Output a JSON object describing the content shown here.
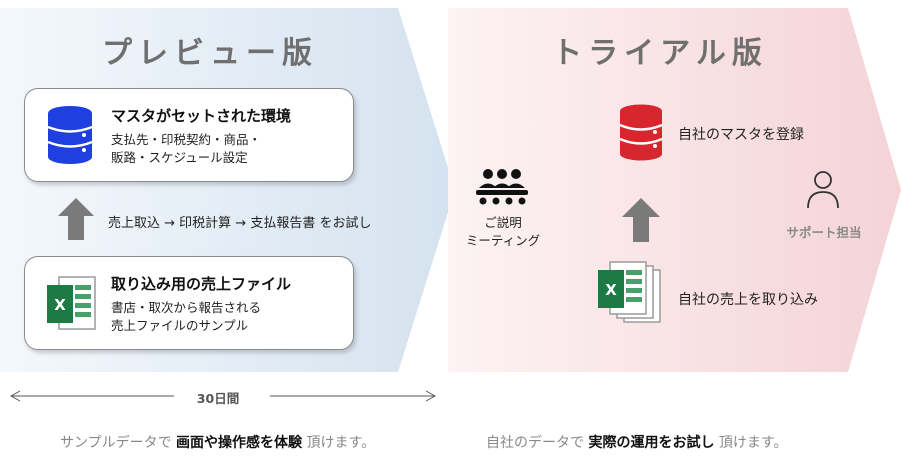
{
  "preview": {
    "title": "プレビュー版",
    "card_master": {
      "title": "マスタがセットされた環境",
      "line1": "支払先・印税契約・商品・",
      "line2": "販路・スケジュール設定"
    },
    "flow_text": "売上取込 → 印税計算 → 支払報告書 をお試し",
    "card_sales": {
      "title": "取り込み用の売上ファイル",
      "line1": "書店・取次から報告される",
      "line2": "売上ファイルのサンプル"
    },
    "caption_pre": "サンプルデータで ",
    "caption_bold": "画面や操作感を体験",
    "caption_post": " 頂けます。"
  },
  "meeting": {
    "line1": "ご説明",
    "line2": "ミーティング"
  },
  "trial": {
    "title": "トライアル版",
    "register_text": "自社のマスタを登録",
    "import_text": "自社の売上を取り込み",
    "support_label": "サポート担当",
    "caption_pre": "自社のデータで ",
    "caption_bold": "実際の運用をお試し",
    "caption_post": " 頂けます。"
  },
  "duration_label": "30日間",
  "colors": {
    "preview_bg": "#dae6f1",
    "trial_bg": "#f8dfe2",
    "database_blue": "#1f3fe0",
    "database_red": "#d8262e",
    "excel_green": "#1d7a45",
    "arrow_gray": "#7a7a7a"
  }
}
